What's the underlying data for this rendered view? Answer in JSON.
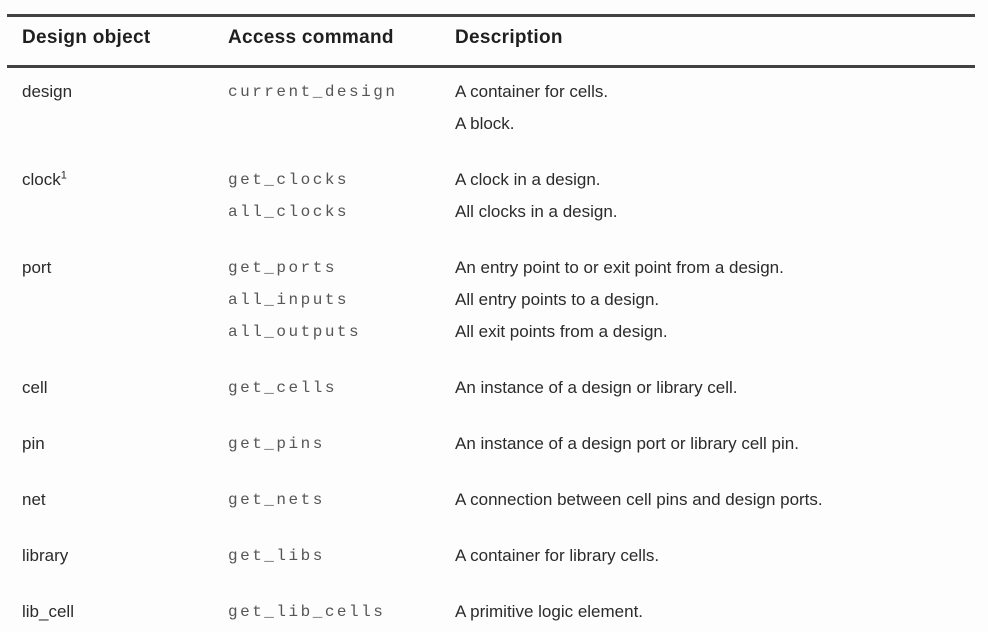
{
  "page": {
    "background": "#fdfdfd"
  },
  "colors": {
    "rule": "#424242",
    "heading_text": "#1f1f1f",
    "body_text": "#2b2b2b",
    "command_text": "#565656"
  },
  "table": {
    "columns": [
      "Design object",
      "Access command",
      "Description"
    ],
    "rows": [
      {
        "object": "design",
        "footnote_marker": "",
        "lines": [
          {
            "command": "current_design",
            "description": "A container for cells."
          },
          {
            "command": "",
            "description": "A block."
          }
        ]
      },
      {
        "object": "clock",
        "footnote_marker": "1",
        "lines": [
          {
            "command": "get_clocks",
            "description": "A clock in a design."
          },
          {
            "command": "all_clocks",
            "description": "All clocks in a design."
          }
        ]
      },
      {
        "object": "port",
        "footnote_marker": "",
        "lines": [
          {
            "command": "get_ports",
            "description": "An entry point to or exit point from a design."
          },
          {
            "command": "all_inputs",
            "description": "All entry points to a design."
          },
          {
            "command": "all_outputs",
            "description": "All exit points from a design."
          }
        ]
      },
      {
        "object": "cell",
        "footnote_marker": "",
        "lines": [
          {
            "command": "get_cells",
            "description": "An instance of a design or library cell."
          }
        ]
      },
      {
        "object": "pin",
        "footnote_marker": "",
        "lines": [
          {
            "command": "get_pins",
            "description": "An instance of a design port or library cell pin."
          }
        ]
      },
      {
        "object": "net",
        "footnote_marker": "",
        "lines": [
          {
            "command": "get_nets",
            "description": "A connection between cell pins and design ports."
          }
        ]
      },
      {
        "object": "library",
        "footnote_marker": "",
        "lines": [
          {
            "command": "get_libs",
            "description": "A container for library cells."
          }
        ]
      },
      {
        "object": "lib_cell",
        "footnote_marker": "",
        "lines": [
          {
            "command": "get_lib_cells",
            "description": "A primitive logic element."
          }
        ]
      }
    ]
  }
}
